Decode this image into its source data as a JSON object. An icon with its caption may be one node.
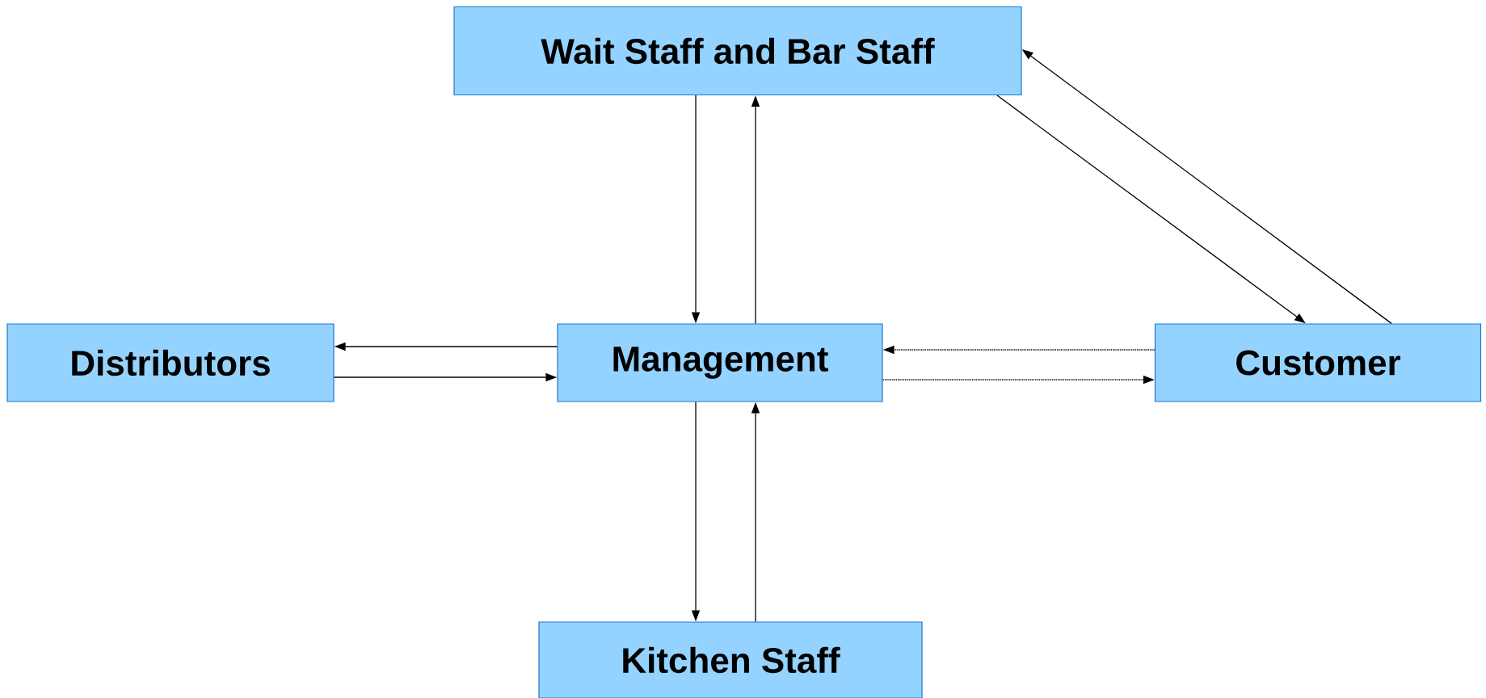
{
  "diagram": {
    "nodes": [
      {
        "text": [
          "Wait Staff and Bar Staff"
        ]
      },
      {
        "text": [
          "Distributors"
        ]
      },
      {
        "text": [
          "Management"
        ]
      },
      {
        "text": [
          "Customer"
        ]
      },
      {
        "text": [
          "Kitchen Staff"
        ]
      }
    ],
    "edges": [
      {
        "from": 0,
        "to": 2,
        "arrow": "to"
      },
      {
        "from": 2,
        "to": 0,
        "arrow": "to"
      },
      {
        "from": 0,
        "to": 3,
        "arrow": "to"
      },
      {
        "from": 3,
        "to": 0,
        "arrow": "to"
      },
      {
        "from": 2,
        "to": 1,
        "arrow": "to"
      },
      {
        "from": 1,
        "to": 2,
        "arrow": "to"
      },
      {
        "from": 3,
        "to": 2,
        "arrow": "to",
        "style": "dashed"
      },
      {
        "from": 2,
        "to": 3,
        "arrow": "to",
        "style": "dashed"
      },
      {
        "from": 2,
        "to": 4,
        "arrow": "to"
      },
      {
        "from": 4,
        "to": 2,
        "arrow": "to"
      }
    ]
  }
}
